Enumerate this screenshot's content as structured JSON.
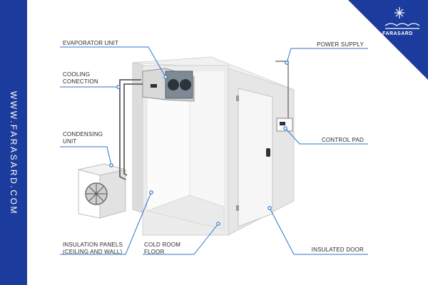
{
  "brand": {
    "site": "WWW.FARASARD.COM",
    "logo_text": "FARASARD",
    "band_color": "#1b3c9c",
    "accent_line_color": "#2c76c9"
  },
  "labels": {
    "evaporator": "EVAPORATOR UNIT",
    "cooling": "COOLING\nCONECTION",
    "condensing": "CONDENSING\nUNIT",
    "insulation": "INSULATION PANELS\n(CEILING AND WALL)",
    "floor": "COLD ROOM\nFLOOR",
    "power": "POWER SUPPLY",
    "control": "CONTROL PAD",
    "door": "INSULATED DOOR"
  }
}
